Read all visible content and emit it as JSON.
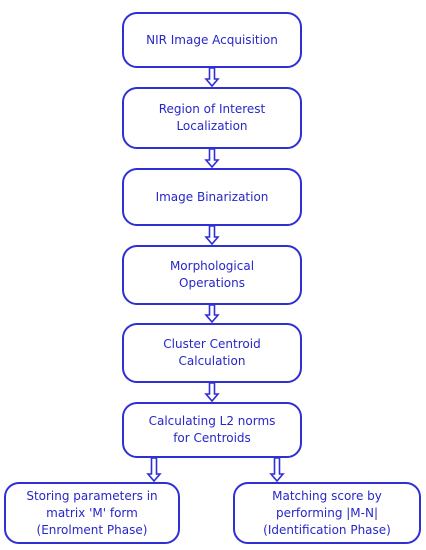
{
  "diagram": {
    "colors": {
      "box_border": "#2f2fd6",
      "text": "#2727c8",
      "arrow": "#2f2fd6"
    },
    "nodes": [
      {
        "id": "nir-image-acquisition",
        "lines": [
          "NIR Image Acquisition"
        ]
      },
      {
        "id": "roi-localization",
        "lines": [
          "Region of Interest",
          "Localization"
        ]
      },
      {
        "id": "image-binarization",
        "lines": [
          "Image Binarization"
        ]
      },
      {
        "id": "morphological-operations",
        "lines": [
          "Morphological",
          "Operations"
        ]
      },
      {
        "id": "cluster-centroid-calculation",
        "lines": [
          "Cluster Centroid",
          "Calculation"
        ]
      },
      {
        "id": "l2-norms-centroids",
        "lines": [
          "Calculating L2 norms",
          "for Centroids"
        ]
      },
      {
        "id": "storing-parameters",
        "lines": [
          "Storing parameters in",
          "matrix 'M' form",
          "(Enrolment Phase)"
        ]
      },
      {
        "id": "matching-score",
        "lines": [
          "Matching score by",
          "performing |M-N|",
          "(Identification Phase)"
        ]
      }
    ],
    "edges": [
      {
        "from": "nir-image-acquisition",
        "to": "roi-localization"
      },
      {
        "from": "roi-localization",
        "to": "image-binarization"
      },
      {
        "from": "image-binarization",
        "to": "morphological-operations"
      },
      {
        "from": "morphological-operations",
        "to": "cluster-centroid-calculation"
      },
      {
        "from": "cluster-centroid-calculation",
        "to": "l2-norms-centroids"
      },
      {
        "from": "l2-norms-centroids",
        "to": "storing-parameters"
      },
      {
        "from": "l2-norms-centroids",
        "to": "matching-score"
      }
    ]
  }
}
